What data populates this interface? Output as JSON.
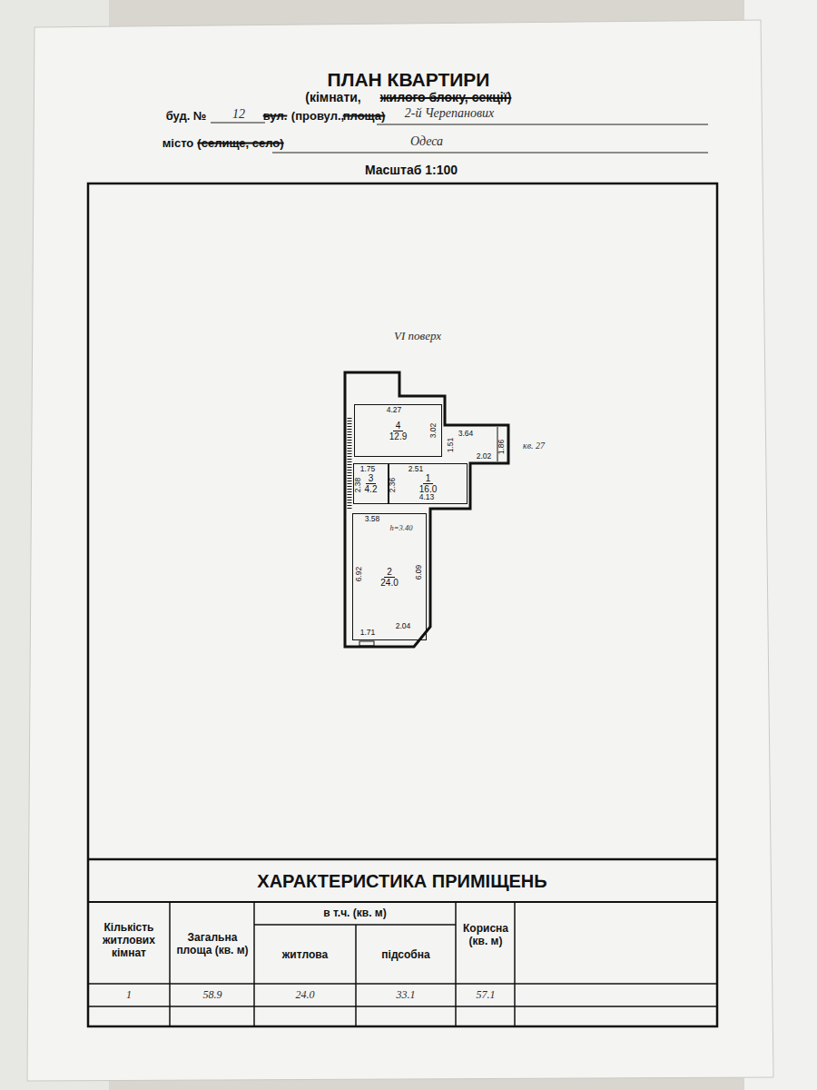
{
  "diagram": {
    "title": "ПЛАН КВАРТИРИ",
    "nodes": [
      {
        "text": [
          "4",
          "12.9"
        ]
      },
      {
        "text": [
          "3",
          "4.2"
        ]
      },
      {
        "text": [
          "1",
          "16.0"
        ]
      },
      {
        "text": [
          "2",
          "24.0"
        ]
      }
    ],
    "labels": [
      "(кімнати,",
      "жилого блоку, секції)",
      "буд. №",
      "12",
      "вул.",
      "(провул.,",
      "площа)",
      "2-й Черепанових",
      "місто",
      "(селище, село)",
      "Одеса",
      "Масштаб 1:100",
      "VI поверх",
      "4.27",
      "3.02",
      "1.51",
      "3.64",
      "1.86",
      "кв. 27",
      "2.02",
      "1.75",
      "2.51",
      "2.38",
      "2.36",
      "4.13",
      "3.58",
      "h=3.40",
      "6.92",
      "6.09",
      "1.71",
      "2.04",
      "ХАРАКТЕРИСТИКА ПРИМІЩЕНЬ",
      "Кількість житлових кімнат",
      "Загальна площа (кв. м)",
      "в т.ч. (кв. м)",
      "житлова",
      "підсобна",
      "Корисна (кв. м)",
      "1",
      "58.9",
      "24.0",
      "33.1",
      "57.1"
    ]
  }
}
